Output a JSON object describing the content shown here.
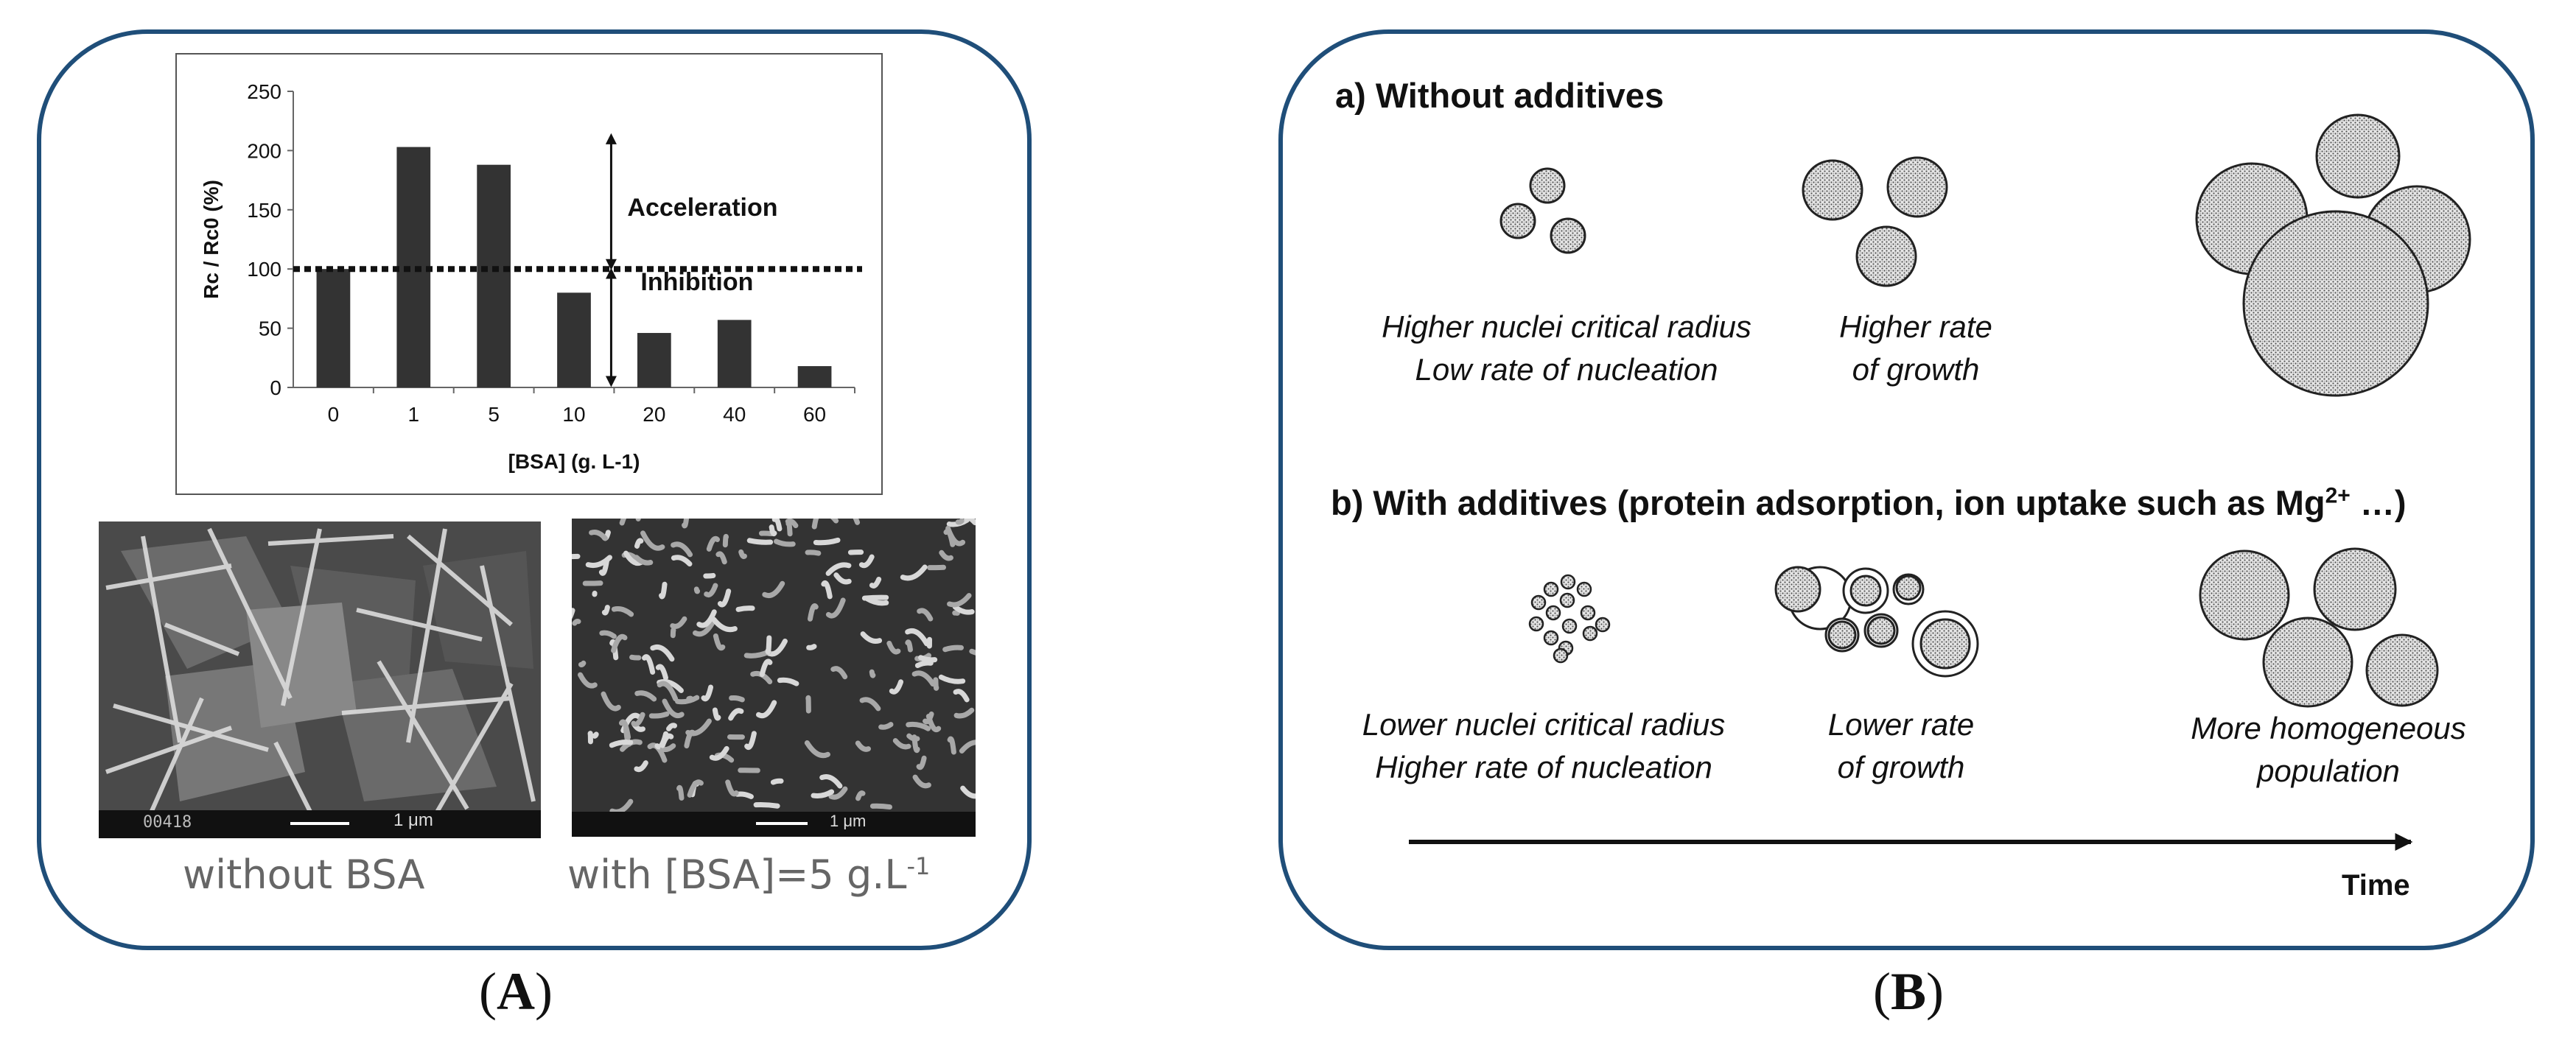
{
  "panel_a": {
    "caption": "A",
    "chart_data": {
      "type": "bar",
      "categories": [
        "0",
        "1",
        "5",
        "10",
        "20",
        "40",
        "60"
      ],
      "values": [
        100,
        203,
        188,
        80,
        46,
        57,
        18
      ],
      "title": "",
      "xlabel": "[BSA] (g. L-1)",
      "ylabel": "Rc / Rc0 (%)",
      "ylim": [
        0,
        250
      ],
      "yticks": [
        0,
        50,
        100,
        150,
        200,
        250
      ],
      "reference_line": 100,
      "annotations": [
        "Acceleration",
        "Inhibition"
      ],
      "grid": false,
      "bar_color": "#333333"
    },
    "sem_left_scale": "1 μm",
    "sem_left_id": "00418",
    "sem_right_scale": "1 μm",
    "sem_caption_left": "without BSA",
    "sem_caption_right_main": "with [BSA]=5 g.L",
    "sem_caption_right_sup": "-1"
  },
  "panel_b": {
    "caption": "B",
    "heading_a": "a) Without additives",
    "heading_b_main": "b) With additives (protein adsorption, ion uptake such as Mg",
    "heading_b_sup": "2+",
    "heading_b_tail": " …)",
    "a_text1_line1": "Higher nuclei critical radius",
    "a_text1_line2": "Low rate of nucleation",
    "a_text2_line1": "Higher rate",
    "a_text2_line2": "of growth",
    "b_text1_line1": "Lower nuclei critical radius",
    "b_text1_line2": "Higher rate of nucleation",
    "b_text2_line1": "Lower rate",
    "b_text2_line2": "of growth",
    "b_text3_line1": "More homogeneous",
    "b_text3_line2": "population",
    "time_label": "Time"
  }
}
